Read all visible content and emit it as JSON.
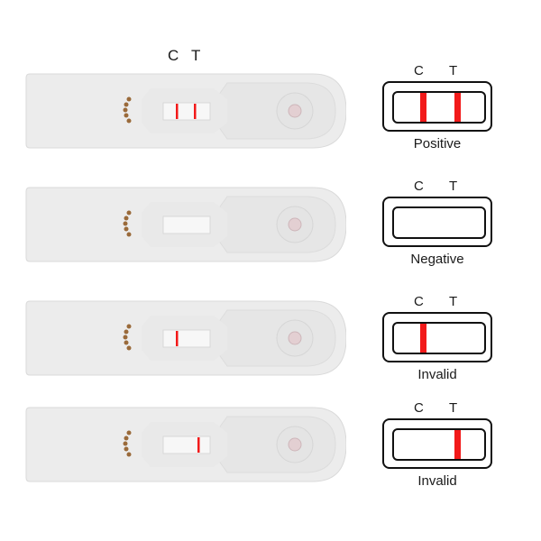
{
  "header": {
    "c_label": "C",
    "t_label": "T"
  },
  "colors": {
    "line_red": "#f21a1a",
    "cassette_body": "#ebebeb",
    "dot_brown": "#9a6a3a",
    "outline": "#111111"
  },
  "tests": [
    {
      "c_label": "C",
      "t_label": "T",
      "result": "Positive",
      "c_line": true,
      "t_line": true
    },
    {
      "c_label": "C",
      "t_label": "T",
      "result": "Negative",
      "c_line": false,
      "t_line": false
    },
    {
      "c_label": "C",
      "t_label": "T",
      "result": "Invalid",
      "c_line": true,
      "t_line": false
    },
    {
      "c_label": "C",
      "t_label": "T",
      "result": "Invalid",
      "c_line": false,
      "t_line": true
    }
  ]
}
